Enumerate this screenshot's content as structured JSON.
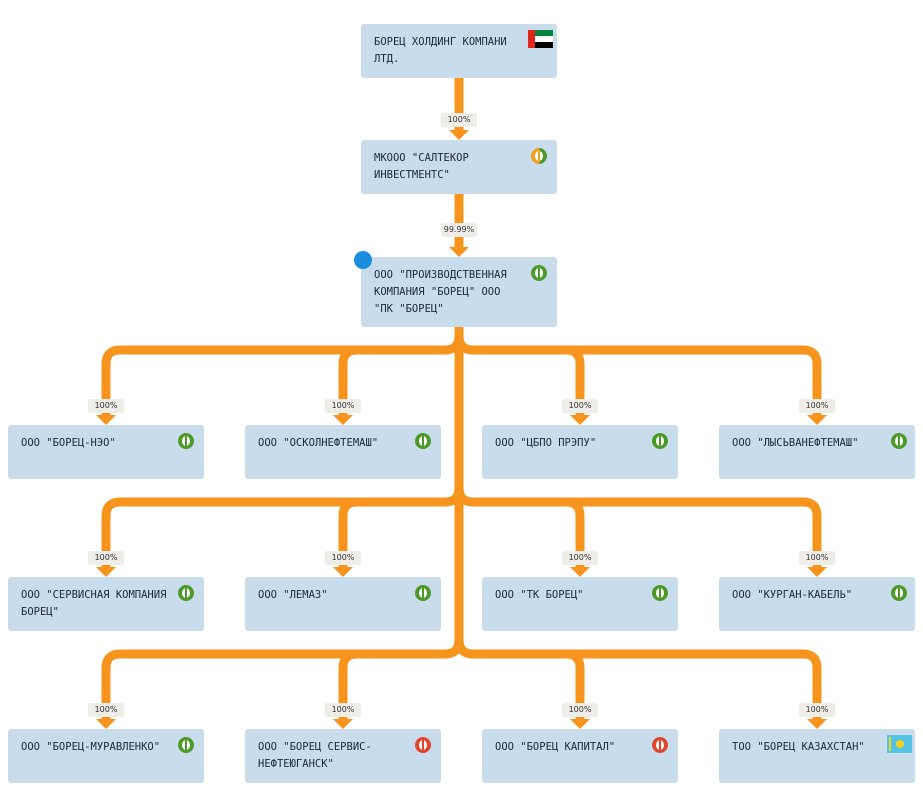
{
  "colors": {
    "connector": "#f7941d",
    "node_bg": "#c9dcec",
    "selected_marker": "#1a8de0"
  },
  "nodes": [
    {
      "id": "n0",
      "label": "БОРЕЦ ХОЛДИНГ КОМПАНИ\nЛТД.",
      "badge": "uae-flag-icon"
    },
    {
      "id": "n1",
      "label": "МКООО \"САЛТЕКОР\nИНВЕСТМЕНТС\"",
      "badge": "status-mixed-icon"
    },
    {
      "id": "n2",
      "label": "ООО \"ПРОИЗВОДСТВЕННАЯ\nКОМПАНИЯ \"БОРЕЦ\" ООО\n\"ПК \"БОРЕЦ\"",
      "badge": "status-active-icon",
      "selected": true
    },
    {
      "id": "c1",
      "label": "ООО \"БОРЕЦ-НЭО\"",
      "badge": "status-active-icon"
    },
    {
      "id": "c2",
      "label": "ООО \"ОСКОЛНЕФТЕМАШ\"",
      "badge": "status-active-icon"
    },
    {
      "id": "c3",
      "label": "ООО \"ЦБПО ПРЭПУ\"",
      "badge": "status-active-icon"
    },
    {
      "id": "c4",
      "label": "ООО \"ЛЫСЬВАНЕФТЕМАШ\"",
      "badge": "status-active-icon"
    },
    {
      "id": "c5",
      "label": "ООО \"СЕРВИСНАЯ КОМПАНИЯ\nБОРЕЦ\"",
      "badge": "status-active-icon"
    },
    {
      "id": "c6",
      "label": "ООО \"ЛЕМАЗ\"",
      "badge": "status-active-icon"
    },
    {
      "id": "c7",
      "label": "ООО \"ТК БОРЕЦ\"",
      "badge": "status-active-icon"
    },
    {
      "id": "c8",
      "label": "ООО \"КУРГАН-КАБЕЛЬ\"",
      "badge": "status-active-icon"
    },
    {
      "id": "c9",
      "label": "ООО \"БОРЕЦ-МУРАВЛЕНКО\"",
      "badge": "status-active-icon"
    },
    {
      "id": "c10",
      "label": "ООО \"БОРЕЦ СЕРВИС-\nНЕФТЕЮГАНСК\"",
      "badge": "status-inactive-icon"
    },
    {
      "id": "c11",
      "label": "ООО \"БОРЕЦ КАПИТАЛ\"",
      "badge": "status-inactive-icon"
    },
    {
      "id": "c12",
      "label": "ТОО \"БОРЕЦ КАЗАХСТАН\"",
      "badge": "kz-flag-icon"
    }
  ],
  "edges": [
    {
      "from": "n0",
      "to": "n1",
      "share": "100%"
    },
    {
      "from": "n1",
      "to": "n2",
      "share": "99.99%"
    },
    {
      "from": "n2",
      "to": "c1",
      "share": "100%"
    },
    {
      "from": "n2",
      "to": "c2",
      "share": "100%"
    },
    {
      "from": "n2",
      "to": "c3",
      "share": "100%"
    },
    {
      "from": "n2",
      "to": "c4",
      "share": "100%"
    },
    {
      "from": "n2",
      "to": "c5",
      "share": "100%"
    },
    {
      "from": "n2",
      "to": "c6",
      "share": "100%"
    },
    {
      "from": "n2",
      "to": "c7",
      "share": "100%"
    },
    {
      "from": "n2",
      "to": "c8",
      "share": "100%"
    },
    {
      "from": "n2",
      "to": "c9",
      "share": "100%"
    },
    {
      "from": "n2",
      "to": "c10",
      "share": "100%"
    },
    {
      "from": "n2",
      "to": "c11",
      "share": "100%"
    },
    {
      "from": "n2",
      "to": "c12",
      "share": "100%"
    }
  ]
}
